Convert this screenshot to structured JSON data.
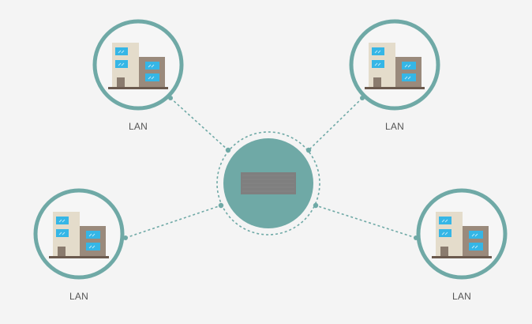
{
  "colors": {
    "background": "#f4f4f4",
    "ring": "#6fa9a6",
    "hub_fill": "#6fa9a6",
    "hub_dashed_ring": "#6fa9a6",
    "link_line": "#6fa9a6",
    "switch_body": "#7f7f7f",
    "building_tall": "#e4dccb",
    "building_short": "#9a8a7c",
    "window": "#35b6e6",
    "ground": "#6b5a4e",
    "label_text": "#555555"
  },
  "icons": {
    "hub": "network-switch-icon",
    "node": "office-building-icon"
  },
  "nodes": [
    {
      "label": "LAN"
    },
    {
      "label": "LAN"
    },
    {
      "label": "LAN"
    },
    {
      "label": "LAN"
    }
  ]
}
